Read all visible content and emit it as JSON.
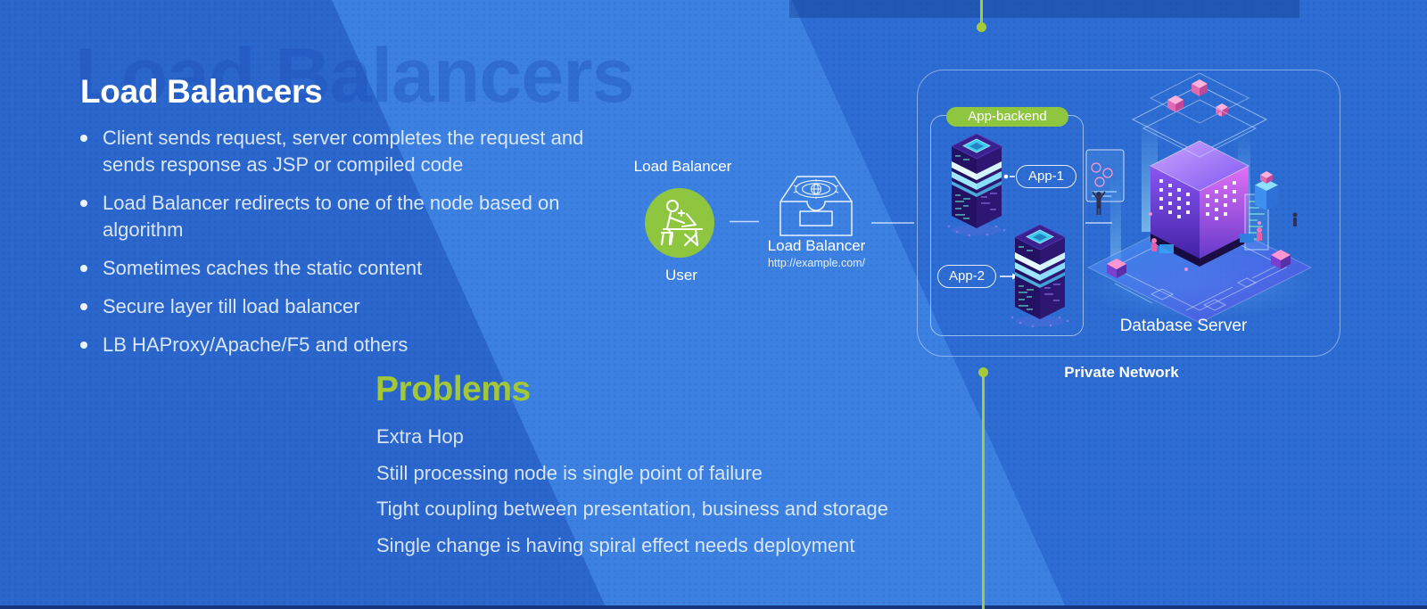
{
  "slide": {
    "ghost_title": "Load Balancers",
    "title": "Load Balancers",
    "bullets": [
      "Client sends request, server completes the request and sends response as JSP or compiled code",
      "Load Balancer redirects to one of the node based on algorithm",
      "Sometimes caches the static content",
      "Secure layer till load balancer",
      "LB HAProxy/Apache/F5 and others"
    ],
    "problems_heading": "Problems",
    "problems": [
      "Extra Hop",
      "Still processing node is single point of failure",
      "Tight coupling between presentation, business and storage",
      "Single change is having spiral effect needs deployment"
    ]
  },
  "diagram": {
    "flow_label": "Load Balancer",
    "user_label": "User",
    "lb_name": "Load Balancer",
    "lb_url": "http://example.com/",
    "backend_group": "App-backend",
    "app1": "App-1",
    "app2": "App-2",
    "db_label": "Database Server",
    "network_label": "Private Network"
  },
  "icons": {
    "user": "person-at-desk-icon",
    "load_balancer": "box-with-target-icon",
    "app_servers": "isometric-server-tower-icon",
    "database": "isometric-database-city-icon"
  },
  "colors": {
    "bg_base": "#2a66cb",
    "bg_light_band": "#3c81e2",
    "bg_right": "#2d6cd2",
    "accent_green": "#8fc640",
    "lime_heading": "#a2c839",
    "lime_line": "#a4ca3a",
    "text_soft": "#e4edfb"
  }
}
